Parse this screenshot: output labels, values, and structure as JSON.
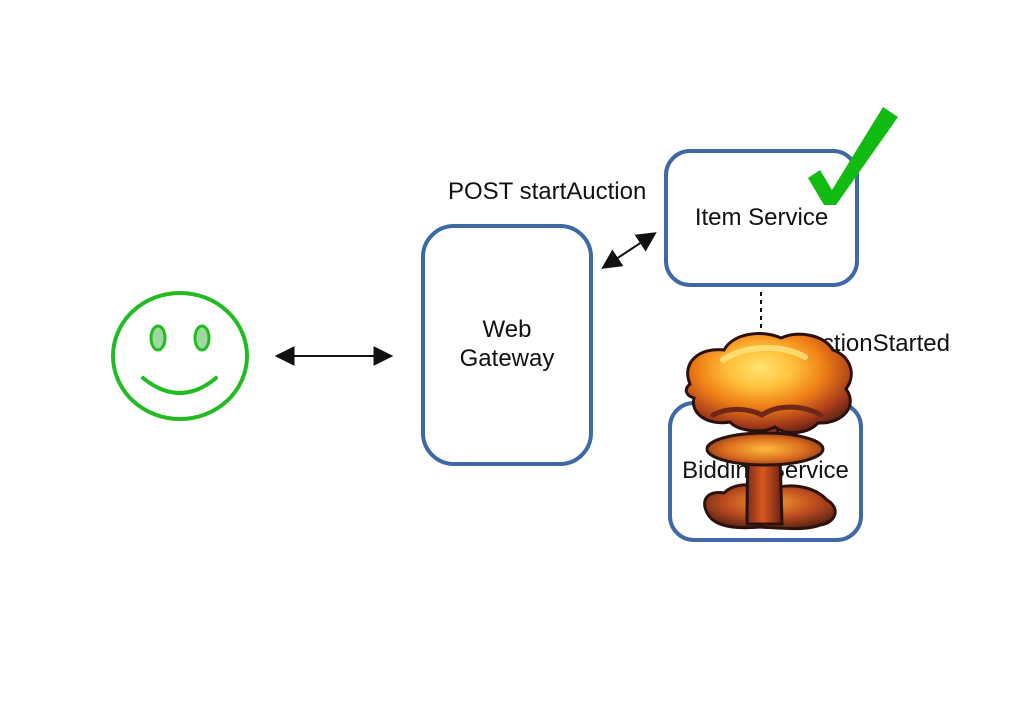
{
  "diagram": {
    "web_gateway_label": "Web\nGateway",
    "item_service_label": "Item Service",
    "bidding_service_label": "Bidding Service",
    "post_label": "POST startAuction",
    "event_label": "AuctionStarted",
    "colors": {
      "box_border": "#3d69a4",
      "smiley": "#22bb22",
      "checkmark": "#11bb11",
      "explosion": "#e27b12"
    },
    "icons": {
      "user": "smiley-face-icon",
      "success": "checkmark-icon",
      "failure": "mushroom-cloud-explosion-icon"
    }
  }
}
